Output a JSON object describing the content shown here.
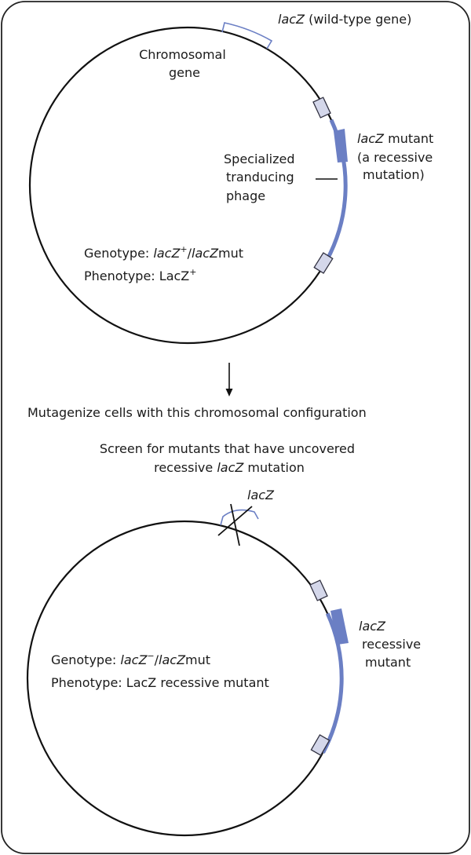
{
  "colors": {
    "phage_blue": "#6b7fc4",
    "box_fill": "#d4d7ea",
    "box_stroke": "#2f2f3f",
    "line": "#111111",
    "frame": "#222222"
  },
  "top": {
    "lacz_wt": {
      "gene": "lacZ",
      "rest": " (wild-type gene)"
    },
    "chromosomal_gene": [
      "Chromosomal",
      "gene"
    ],
    "mutant_label": {
      "gene": "lacZ",
      "rest1": " mutant",
      "line2": "(a recessive",
      "line3": "mutation)"
    },
    "phage_label": [
      "Specialized",
      "tranducing",
      "phage"
    ],
    "genotype": {
      "prefix": "Genotype: ",
      "g1": "lacZ",
      "sup": "+",
      "slash": "/",
      "g2": "lacZ",
      "suffix": "mut"
    },
    "phenotype": {
      "prefix": "Phenotype: LacZ",
      "sup": "+"
    }
  },
  "middle": {
    "mutagenize": "Mutagenize cells with this chromosomal configuration",
    "screen_line1": "Screen for mutants that have uncovered",
    "screen_line2_prefix": "recessive ",
    "screen_line2_gene": "lacZ",
    "screen_line2_suffix": " mutation"
  },
  "bottom": {
    "lacz_label": "lacZ",
    "mutant_label": {
      "gene": "lacZ",
      "line2": "recessive",
      "line3": "mutant"
    },
    "genotype": {
      "prefix": "Genotype: ",
      "g1": "lacZ",
      "sup": "−",
      "slash": "/",
      "g2": "lacZ",
      "suffix": "mut"
    },
    "phenotype": "Phenotype: LacZ recessive mutant"
  }
}
